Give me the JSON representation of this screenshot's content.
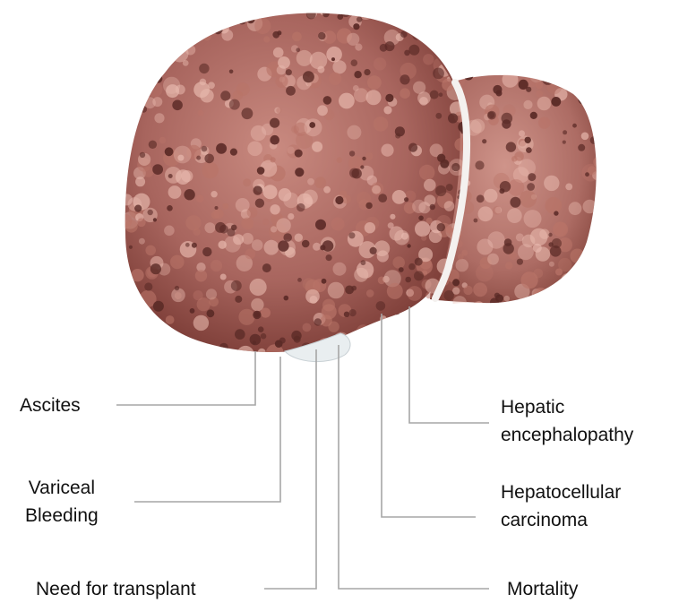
{
  "labels": {
    "ascites": "Ascites",
    "variceal_line1": "Variceal",
    "variceal_line2": "Bleeding",
    "transplant": "Need for transplant",
    "hepatic_line1": "Hepatic",
    "hepatic_line2": "encephalopathy",
    "hcc_line1": "Hepatocellular",
    "hcc_line2": "carcinoma",
    "mortality": "Mortality"
  },
  "colors": {
    "leader_line": "#a6a6a6",
    "liver_base": "#a8655e",
    "liver_dark": "#5a2a26",
    "liver_light": "#e8b9ae",
    "ligament": "#f4f1ef",
    "text": "#111111"
  }
}
